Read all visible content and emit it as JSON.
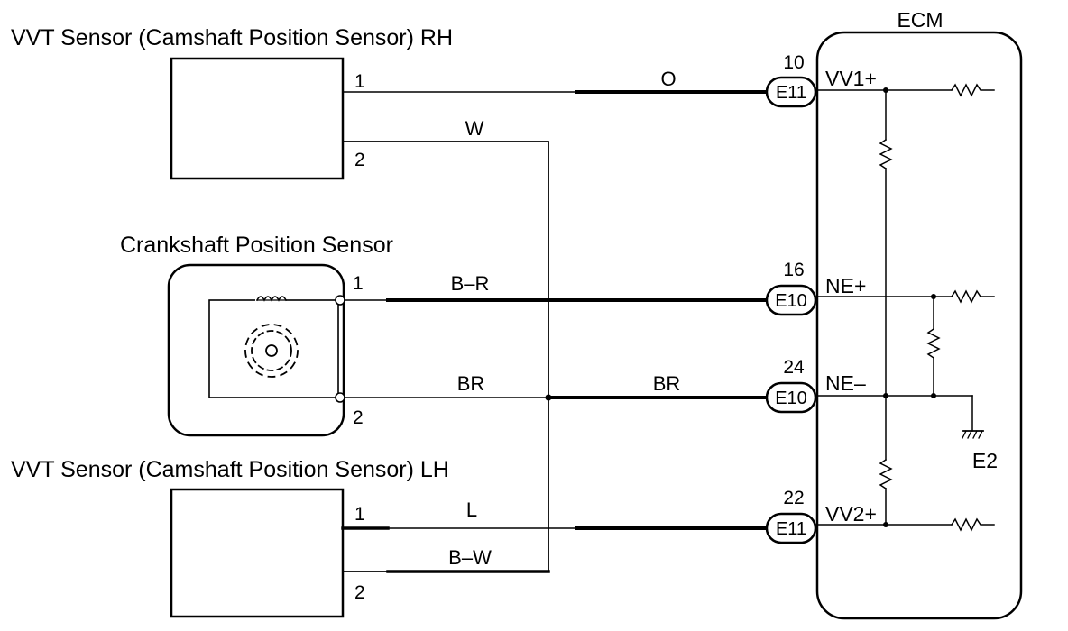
{
  "labels": {
    "vvt_rh": "VVT Sensor (Camshaft Position Sensor) RH",
    "crank": "Crankshaft Position Sensor",
    "vvt_lh": "VVT Sensor (Camshaft Position Sensor) LH",
    "ecm": "ECM",
    "ground": "E2"
  },
  "pins": {
    "rh_1": "1",
    "rh_2": "2",
    "crank_1": "1",
    "crank_2": "2",
    "lh_1": "1",
    "lh_2": "2"
  },
  "wires": {
    "vv1": "O",
    "rh_return": "W",
    "ne_plus": "B–R",
    "crank_return": "BR",
    "ne_minus": "BR",
    "vv2": "L",
    "lh_return": "B–W"
  },
  "connectors": {
    "vv1": {
      "code": "E11",
      "pin": "10"
    },
    "ne_plus": {
      "code": "E10",
      "pin": "16"
    },
    "ne_minus": {
      "code": "E10",
      "pin": "24"
    },
    "vv2": {
      "code": "E11",
      "pin": "22"
    }
  },
  "terminals": {
    "vv1": "VV1+",
    "ne_plus": "NE+",
    "ne_minus": "NE–",
    "vv2": "VV2+"
  }
}
